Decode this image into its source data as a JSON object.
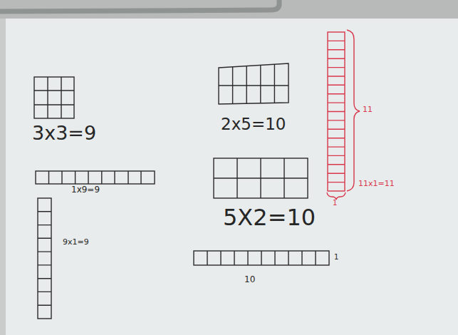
{
  "diagram": {
    "labels": [
      "3x3=9",
      "1x9=9",
      "9x1=9",
      "2x5=10",
      "5X2=10",
      "10",
      "1",
      "11",
      "11x1=11",
      "1"
    ]
  }
}
